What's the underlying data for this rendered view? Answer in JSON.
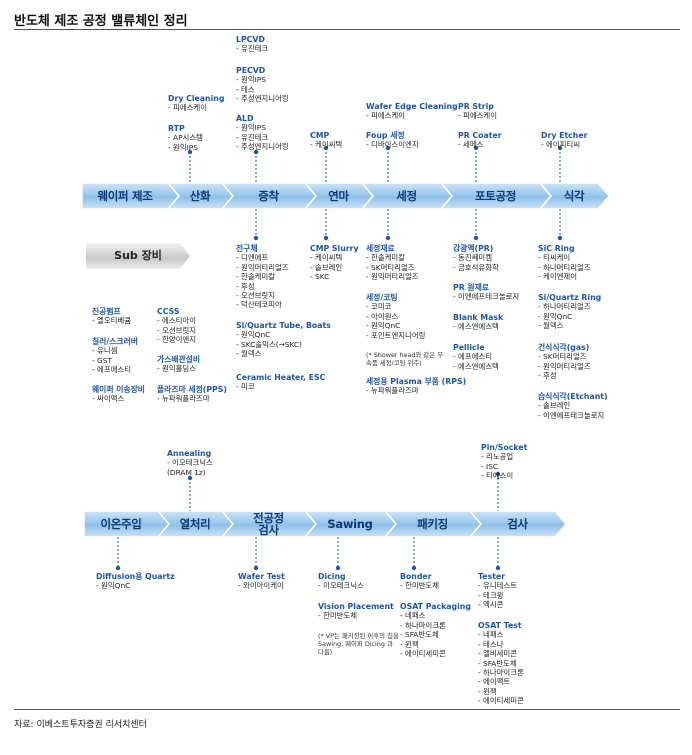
{
  "title": "반도체 제조 공정 밸류체인 정리",
  "source": "자료: 이베스트투자증권 리서치센터",
  "colors": {
    "stage_fill": "#7eb6e6",
    "stage_light": "#cfe4f6",
    "stage_text": "#0b3a75",
    "header": "#1e56a8"
  },
  "stages_row1": [
    "웨이퍼 제조",
    "산화",
    "증착",
    "연마",
    "세정",
    "포토공정",
    "식각"
  ],
  "stages_row2": [
    "이온주입",
    "열처리",
    "전공정 검사",
    "Sawing",
    "패키징",
    "검사"
  ],
  "sub_label": "Sub 장비",
  "top": {
    "drycleaning": {
      "h": "Dry Cleaning",
      "items": [
        "피에스케이"
      ]
    },
    "rtp": {
      "h": "RTP",
      "items": [
        "AP시스템",
        "원익IPS"
      ]
    },
    "lpcvd": {
      "h": "LPCVD",
      "items": [
        "유진테크"
      ]
    },
    "pecvd": {
      "h": "PECVD",
      "items": [
        "원익IPS",
        "테스",
        "주성엔지니어링"
      ]
    },
    "ald": {
      "h": "ALD",
      "items": [
        "원익IPS",
        "유진테크",
        "주성엔지니어링"
      ]
    },
    "cmp": {
      "h": "CMP",
      "items": [
        "케이씨텍"
      ]
    },
    "wafer_edge": {
      "h": "Wafer Edge Cleaning",
      "items": [
        "피에스케이"
      ]
    },
    "foup": {
      "h": "Foup 세정",
      "items": [
        "디바이스이엔지"
      ]
    },
    "pr_strip": {
      "h": "PR Strip",
      "items": [
        "피에스케이"
      ]
    },
    "pr_coater": {
      "h": "PR Coater",
      "items": [
        "세메스"
      ]
    },
    "dry_etcher": {
      "h": "Dry Etcher",
      "items": [
        "에이피티씨"
      ]
    }
  },
  "mid": {
    "precursor": {
      "h": "전구체",
      "items": [
        "디엔에프",
        "원익머티리얼즈",
        "한솔케미칼",
        "후성",
        "오션브릿지",
        "덕산테코피아"
      ]
    },
    "si_quartz_tube": {
      "h": "Si/Quartz Tube, Boats",
      "items": [
        "원익QnC",
        "SKC솔믹스(→SKC)",
        "월덱스"
      ]
    },
    "ceramic": {
      "h": "Ceramic Heater, ESC",
      "items": [
        "미코"
      ]
    },
    "cmp_slurry": {
      "h": "CMP Slurry",
      "items": [
        "케이씨텍",
        "솔브레인",
        "SKC"
      ]
    },
    "clean_mat": {
      "h": "세정재료",
      "items": [
        "한솔케미칼",
        "SK머티리얼즈",
        "원익머티리얼즈"
      ]
    },
    "clean_coat": {
      "h": "세정/코팅",
      "items": [
        "코미코",
        "아이원스",
        "원익QnC",
        "포인트엔지니어링"
      ]
    },
    "clean_note": "(* Shower head와 같은 부속품 세정/코팅 위주)",
    "plasma": {
      "h": "세정용 Plasma 부품 (RPS)",
      "items": [
        "뉴파워플라즈마"
      ]
    },
    "photosens": {
      "h": "감광액(PR)",
      "items": [
        "동진쎄미켐",
        "금호석유화학"
      ]
    },
    "pr_mat": {
      "h": "PR 원재료",
      "items": [
        "이엔에프테크놀로지"
      ]
    },
    "blank_mask": {
      "h": "Blank Mask",
      "items": [
        "에스앤에스텍"
      ]
    },
    "pellicle": {
      "h": "Pellicle",
      "items": [
        "에프에스티",
        "에스앤에스텍"
      ]
    },
    "sic_ring": {
      "h": "SiC Ring",
      "items": [
        "티씨케이",
        "하나머티리얼즈",
        "케이엔제이"
      ]
    },
    "si_quartz_ring": {
      "h": "Si/Quartz Ring",
      "items": [
        "하나머티리얼즈",
        "원익QnC",
        "월덱스"
      ]
    },
    "dry_gas": {
      "h": "건식식각(gas)",
      "items": [
        "SK머티리얼즈",
        "원익머티리얼즈",
        "후성"
      ]
    },
    "wet_etchant": {
      "h": "습식식각(Etchant)",
      "items": [
        "솔브레인",
        "이엔에프테크놀로지"
      ]
    }
  },
  "sub": {
    "vacuum": {
      "h": "진공펌프",
      "items": [
        "엘오티베큠"
      ]
    },
    "chiller": {
      "h": "칠러/스크러버",
      "items": [
        "유니셈",
        "GST",
        "에프에스티"
      ]
    },
    "wafer_transfer": {
      "h": "웨이퍼 이송장비",
      "items": [
        "싸이맥스"
      ]
    },
    "ccss": {
      "h": "CCSS",
      "items": [
        "에스티아이",
        "오션브릿지",
        "한양이엔지"
      ]
    },
    "gas_detect": {
      "h": "가스배관설비",
      "items": [
        "원익홀딩스"
      ]
    },
    "plasma_clean": {
      "h": "플라즈마 세정(PPS)",
      "items": [
        "뉴파워플라즈마"
      ]
    }
  },
  "row2_top": {
    "annealing": {
      "h": "Annealing",
      "items": [
        "이오테크닉스"
      ],
      "note": "(DRAM 1z)"
    },
    "pin_socket": {
      "h": "Pin/Socket",
      "items": [
        "리노공업",
        "ISC",
        "티에스이"
      ]
    }
  },
  "row2_bottom": {
    "diffusion": {
      "h": "Diffusion용 Quartz",
      "items": [
        "원익QnC"
      ]
    },
    "wafer_test": {
      "h": "Wafer Test",
      "items": [
        "와이아이케이"
      ]
    },
    "dicing": {
      "h": "Dicing",
      "items": [
        "이오테크닉스"
      ]
    },
    "vision": {
      "h": "Vision Placement",
      "items": [
        "한미반도체"
      ]
    },
    "vp_note": "(* VP는 패키징된 이후의 칩을 Sawing, 웨이퍼 Dicing 과 다름)",
    "bonder": {
      "h": "Bonder",
      "items": [
        "한미반도체"
      ]
    },
    "osat_pkg": {
      "h": "OSAT Packaging",
      "items": [
        "네패스",
        "하나마이크론",
        "SFA반도체",
        "윈팩",
        "에이티세미콘"
      ]
    },
    "tester": {
      "h": "Tester",
      "items": [
        "유니테스트",
        "테크윙",
        "엑시콘"
      ]
    },
    "osat_test": {
      "h": "OSAT Test",
      "items": [
        "네패스",
        "테스나",
        "엘비세미콘",
        "SFA반도체",
        "하나마이크론",
        "에이팩트",
        "윈팩",
        "에이티세미콘"
      ]
    }
  }
}
